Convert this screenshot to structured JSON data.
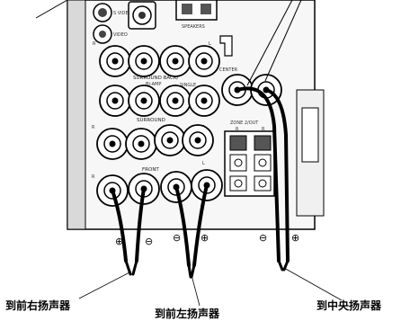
{
  "panel_labels": {
    "s_video": "S VIDEO",
    "video": "VIDEO",
    "speakers": "SPEAKERS",
    "surround_back": "SURROUND BACK/",
    "bi_amp": "BI-AMP",
    "single": "SINGLE",
    "center": "CENTER",
    "surround": "SURROUND",
    "zone2_out": "ZONE 2/OUT",
    "front": "FRONT",
    "r": "R",
    "l": "L"
  },
  "polarity": {
    "plus": "⊕",
    "minus": "⊖"
  },
  "callouts": {
    "front_right": "到前右扬声器",
    "front_left": "到前左扬声器",
    "center": "到中央扬声器"
  }
}
